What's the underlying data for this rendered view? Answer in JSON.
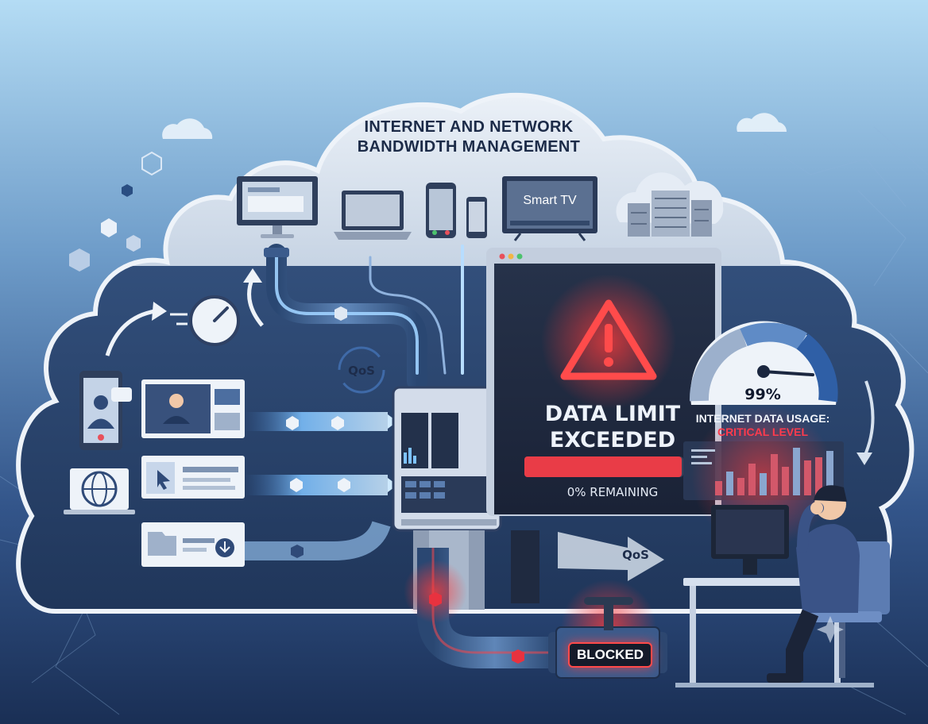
{
  "title": {
    "line1": "INTERNET AND NETWORK",
    "line2": "BANDWIDTH MANAGEMENT"
  },
  "devices": {
    "tv_label": "Smart TV"
  },
  "qos": {
    "badge_label": "QoS",
    "arrow_label": "QoS"
  },
  "warning": {
    "line1": "DATA LIMIT",
    "line2": "EXCEEDED",
    "remaining": "0% REMAINING"
  },
  "gauge": {
    "value_text": "99%",
    "value": 0.99,
    "label_line1": "INTERNET DATA USAGE:",
    "label_line2": "CRITICAL LEVEL"
  },
  "valve": {
    "label": "BLOCKED"
  },
  "colors": {
    "sky_top": "#a9d3f0",
    "sky_bottom": "#1d3760",
    "cloud_light": "#dfe7f1",
    "cloud_dark": "#2b4770",
    "alert_red": "#ff3b4d",
    "flow_blue": "#7fc3ff"
  },
  "icons": [
    "monitor-icon",
    "laptop-icon",
    "smartphone-icon",
    "smart-tv-icon",
    "server-rack-icon",
    "speedometer-icon",
    "video-call-icon",
    "globe-icon",
    "cursor-icon",
    "download-icon",
    "folder-icon",
    "warning-triangle-icon",
    "gauge-icon",
    "valve-icon",
    "person-icon"
  ]
}
